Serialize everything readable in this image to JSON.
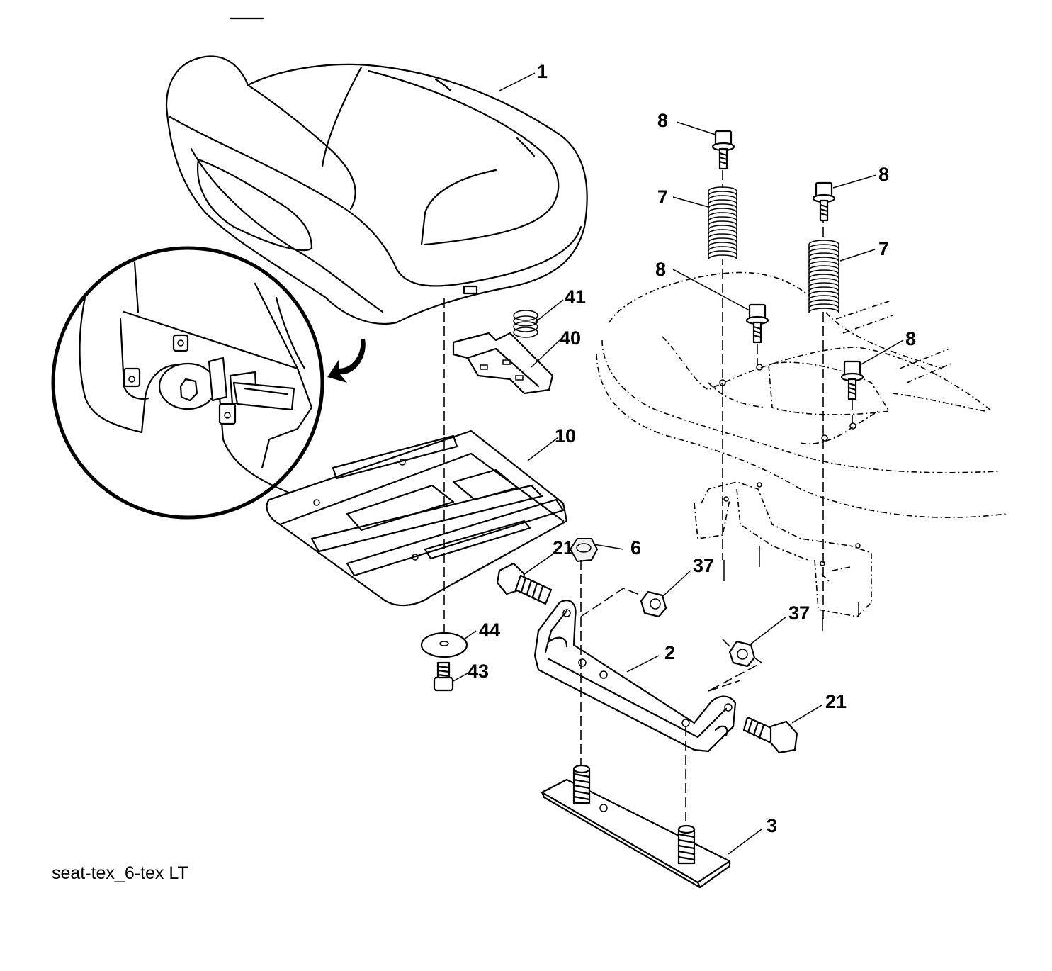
{
  "figure": {
    "caption": "seat-tex_6-tex LT"
  },
  "callouts": [
    {
      "id": "c1",
      "label": "1"
    },
    {
      "id": "c8a",
      "label": "8"
    },
    {
      "id": "c8b",
      "label": "8"
    },
    {
      "id": "c8c",
      "label": "8"
    },
    {
      "id": "c8d",
      "label": "8"
    },
    {
      "id": "c7a",
      "label": "7"
    },
    {
      "id": "c7b",
      "label": "7"
    },
    {
      "id": "c41",
      "label": "41"
    },
    {
      "id": "c40",
      "label": "40"
    },
    {
      "id": "c10",
      "label": "10"
    },
    {
      "id": "c21a",
      "label": "21"
    },
    {
      "id": "c6",
      "label": "6"
    },
    {
      "id": "c37a",
      "label": "37"
    },
    {
      "id": "c37b",
      "label": "37"
    },
    {
      "id": "c44",
      "label": "44"
    },
    {
      "id": "c43",
      "label": "43"
    },
    {
      "id": "c2",
      "label": "2"
    },
    {
      "id": "c21b",
      "label": "21"
    },
    {
      "id": "c3",
      "label": "3"
    }
  ]
}
